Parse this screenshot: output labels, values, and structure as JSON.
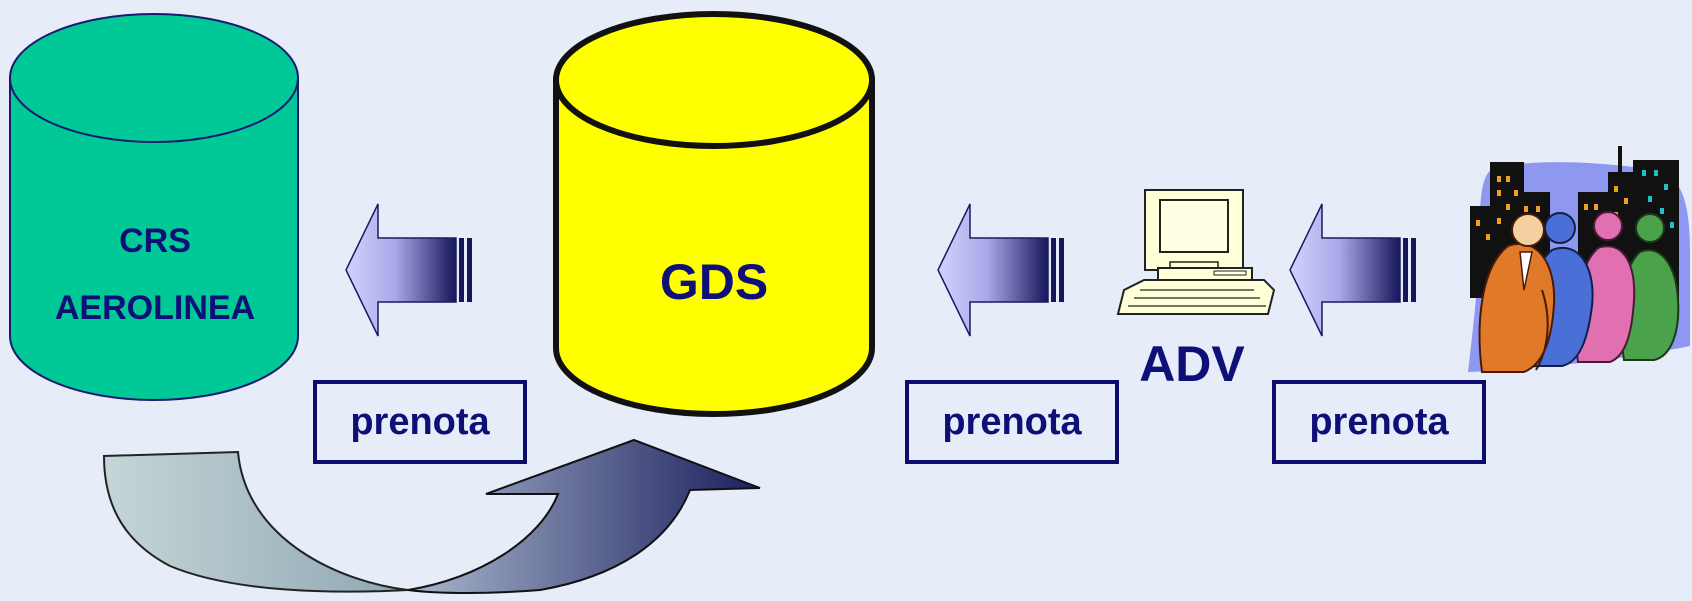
{
  "diagram": {
    "nodes": {
      "crs": {
        "line1": "CRS",
        "line2": "AEROLINEA",
        "color": "#00c896"
      },
      "gds": {
        "label": "GDS",
        "color": "#ffff00"
      },
      "adv": {
        "label": "ADV",
        "icon": "computer-icon"
      },
      "customers": {
        "icon": "business-people-clipart"
      }
    },
    "edges": [
      {
        "from": "customers",
        "to": "adv",
        "label": "prenota"
      },
      {
        "from": "adv",
        "to": "gds",
        "label": "prenota"
      },
      {
        "from": "gds",
        "to": "crs",
        "label": "prenota"
      }
    ],
    "return_flow": {
      "from": "crs",
      "to": "gds",
      "icon": "curved-return-arrow"
    },
    "colors": {
      "text": "#0f0f78",
      "border": "#0c0c6e",
      "arrow_gradient_start": "#ccccff",
      "arrow_gradient_end": "#1a1a60",
      "background": "#e6ecf8"
    }
  }
}
